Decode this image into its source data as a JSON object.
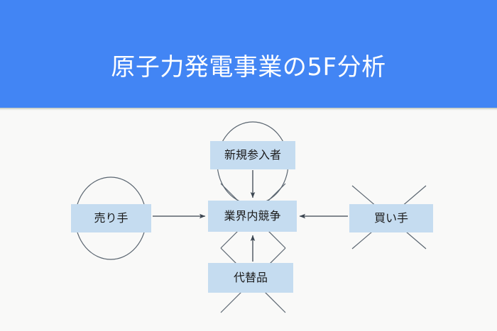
{
  "slide": {
    "title": "原子力発電事業の5F分析",
    "header_color": "#4285f4",
    "background_color": "#f9f9f8",
    "title_color": "#ffffff",
    "node_fill_color": "#c5dcf0",
    "stroke_color": "#5a6570"
  },
  "diagram": {
    "type": "five-forces",
    "nodes": {
      "new_entrants": {
        "label": "新規参入者",
        "annotation": "circle"
      },
      "rivalry": {
        "label": "業界内競争",
        "annotation": "cross"
      },
      "sellers": {
        "label": "売り手",
        "annotation": "circle"
      },
      "buyers": {
        "label": "買い手",
        "annotation": "cross"
      },
      "substitutes": {
        "label": "代替品",
        "annotation": "cross"
      }
    },
    "arrows": [
      {
        "from": "new_entrants",
        "to": "rivalry",
        "direction": "down"
      },
      {
        "from": "sellers",
        "to": "rivalry",
        "direction": "right"
      },
      {
        "from": "buyers",
        "to": "rivalry",
        "direction": "left"
      },
      {
        "from": "substitutes",
        "to": "rivalry",
        "direction": "up"
      }
    ]
  }
}
